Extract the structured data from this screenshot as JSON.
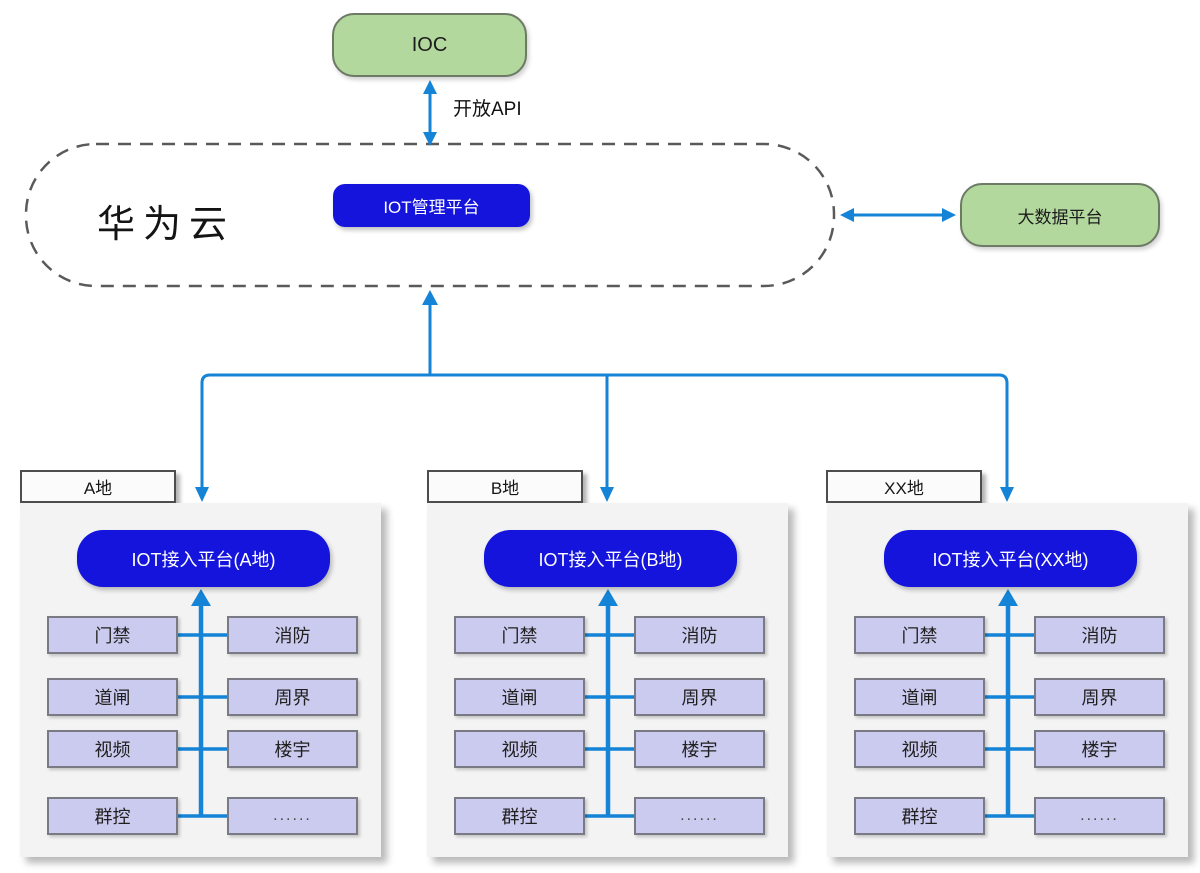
{
  "colors": {
    "connector_blue": "#1583d6",
    "node_blue": "#1414dd",
    "node_green": "#b2d89e",
    "node_green_border": "#6d7a66",
    "device_fill": "#cbcbef",
    "device_border": "#7a7a84",
    "panel_bg": "#f3f3f3",
    "dashed_border": "#5a5a5a"
  },
  "top": {
    "ioc_label": "IOC",
    "api_label": "开放API"
  },
  "cloud": {
    "label": "华为云",
    "platform_label": "IOT管理平台"
  },
  "bigdata": {
    "label": "大数据平台"
  },
  "sites": [
    {
      "tab": "A地",
      "platform": "IOT接入平台(A地)",
      "devices": [
        "门禁",
        "消防",
        "道闸",
        "周界",
        "视频",
        "楼宇",
        "群控",
        "......"
      ]
    },
    {
      "tab": "B地",
      "platform": "IOT接入平台(B地)",
      "devices": [
        "门禁",
        "消防",
        "道闸",
        "周界",
        "视频",
        "楼宇",
        "群控",
        "......"
      ]
    },
    {
      "tab": "XX地",
      "platform": "IOT接入平台(XX地)",
      "devices": [
        "门禁",
        "消防",
        "道闸",
        "周界",
        "视频",
        "楼宇",
        "群控",
        "......"
      ]
    }
  ]
}
